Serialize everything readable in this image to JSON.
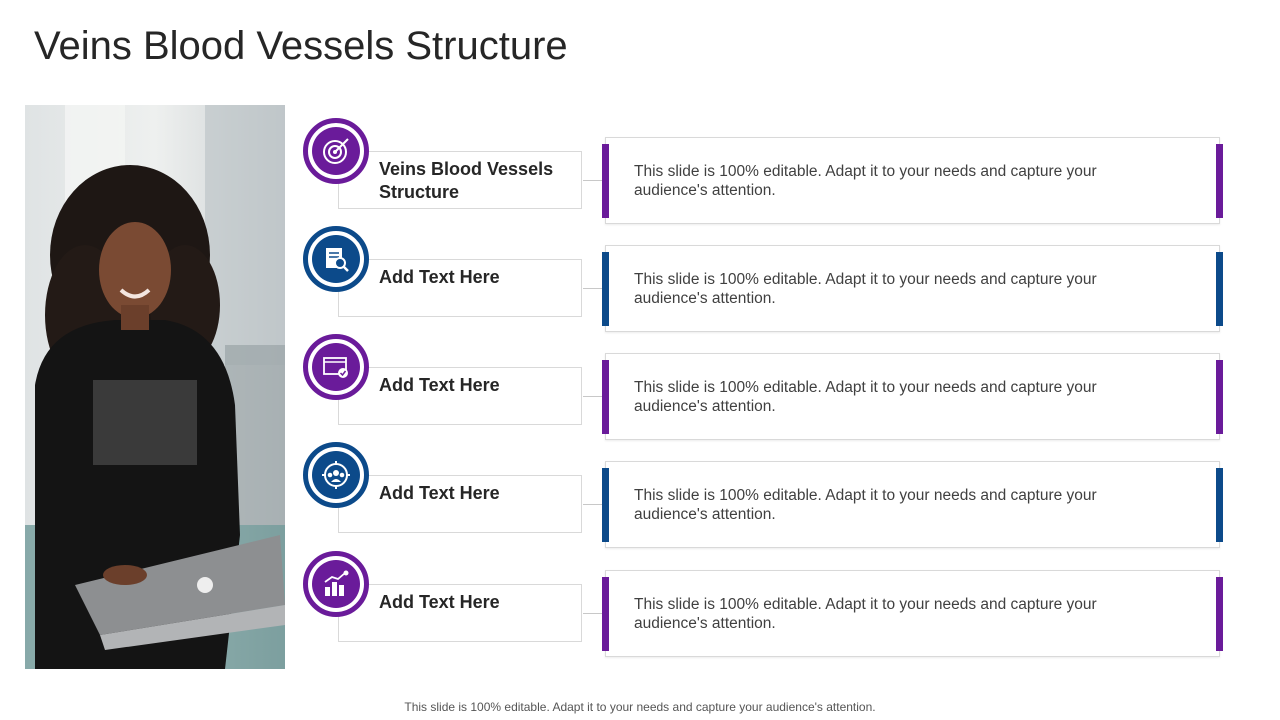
{
  "title": "Veins Blood Vessels Structure",
  "items": [
    {
      "label": "Veins Blood Vessels Structure",
      "icon": "target-icon",
      "color": "#6a1b9a",
      "description": "This slide is 100% editable. Adapt it to your needs and capture your audience's attention."
    },
    {
      "label": "Add Text Here",
      "icon": "document-search-icon",
      "color": "#0c4a8a",
      "description": "This slide is 100% editable. Adapt it to your needs and capture your audience's attention."
    },
    {
      "label": "Add Text Here",
      "icon": "ads-icon",
      "color": "#6a1b9a",
      "description": "This slide is 100% editable. Adapt it to your needs and capture your audience's attention."
    },
    {
      "label": "Add Text Here",
      "icon": "audience-target-icon",
      "color": "#0c4a8a",
      "description": "This slide is 100% editable. Adapt it to your needs and capture your audience's attention."
    },
    {
      "label": "Add Text Here",
      "icon": "growth-chart-icon",
      "color": "#6a1b9a",
      "description": "This slide is 100% editable. Adapt it to your needs and capture your audience's attention."
    }
  ],
  "footer": "This slide is 100% editable. Adapt it to your needs and capture your audience's attention."
}
